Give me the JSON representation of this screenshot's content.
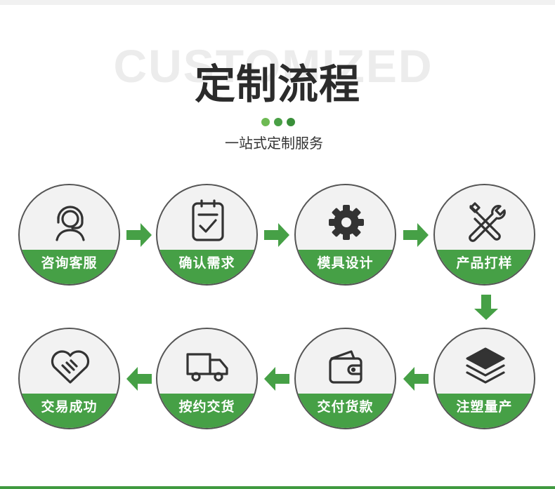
{
  "header": {
    "bg_word": "CUSTOMIZED",
    "title": "定制流程",
    "subtitle": "一站式定制服务"
  },
  "colors": {
    "accent_green": "#46a046",
    "dot_colors": [
      "#6dba53",
      "#4aa046",
      "#3a8f3a"
    ]
  },
  "steps": [
    {
      "label": "咨询客服",
      "icon": "customer-service-headset-icon"
    },
    {
      "label": "确认需求",
      "icon": "checklist-clipboard-icon"
    },
    {
      "label": "模具设计",
      "icon": "gear-icon"
    },
    {
      "label": "产品打样",
      "icon": "wrench-screwdriver-icon"
    },
    {
      "label": "注塑量产",
      "icon": "layers-stack-icon"
    },
    {
      "label": "交付货款",
      "icon": "wallet-icon"
    },
    {
      "label": "按约交货",
      "icon": "delivery-truck-icon"
    },
    {
      "label": "交易成功",
      "icon": "handshake-heart-icon"
    }
  ]
}
